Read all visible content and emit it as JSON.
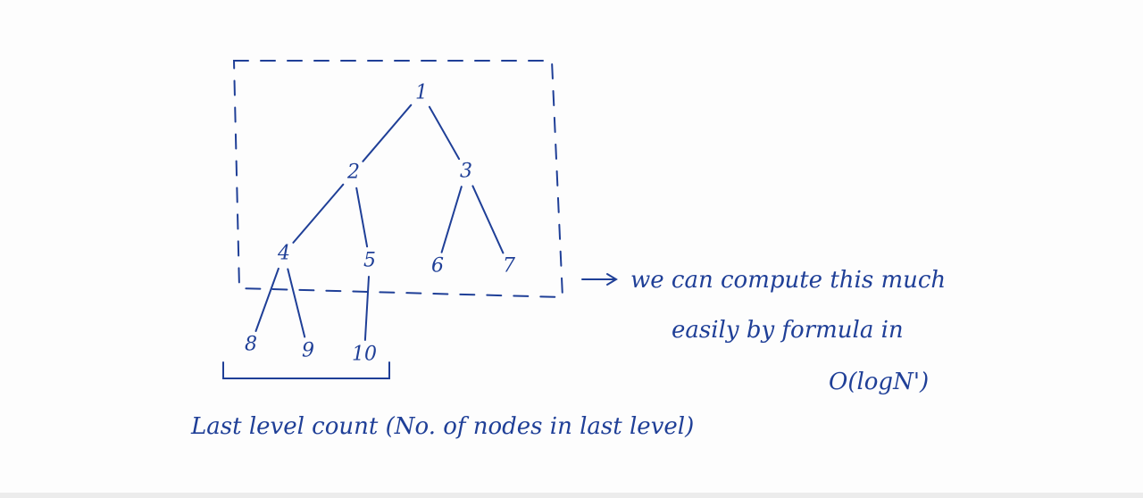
{
  "nodes": [
    {
      "id": "1",
      "label": "1"
    },
    {
      "id": "2",
      "label": "2"
    },
    {
      "id": "3",
      "label": "3"
    },
    {
      "id": "4",
      "label": "4"
    },
    {
      "id": "5",
      "label": "5"
    },
    {
      "id": "6",
      "label": "6"
    },
    {
      "id": "7",
      "label": "7"
    },
    {
      "id": "8",
      "label": "8"
    },
    {
      "id": "9",
      "label": "9"
    },
    {
      "id": "10",
      "label": "10"
    }
  ],
  "edges": [
    [
      "1",
      "2"
    ],
    [
      "1",
      "3"
    ],
    [
      "2",
      "4"
    ],
    [
      "2",
      "5"
    ],
    [
      "3",
      "6"
    ],
    [
      "3",
      "7"
    ],
    [
      "4",
      "8"
    ],
    [
      "4",
      "9"
    ],
    [
      "5",
      "10"
    ]
  ],
  "annotations": {
    "compute_note": {
      "line1": "we can compute this much",
      "line2": "easily by formula in",
      "line3": "O(logN')"
    },
    "last_level_label": "Last level count (No. of nodes in last level)"
  },
  "colors": {
    "ink": "#1f3f97",
    "paper": "#fdfdfd"
  }
}
